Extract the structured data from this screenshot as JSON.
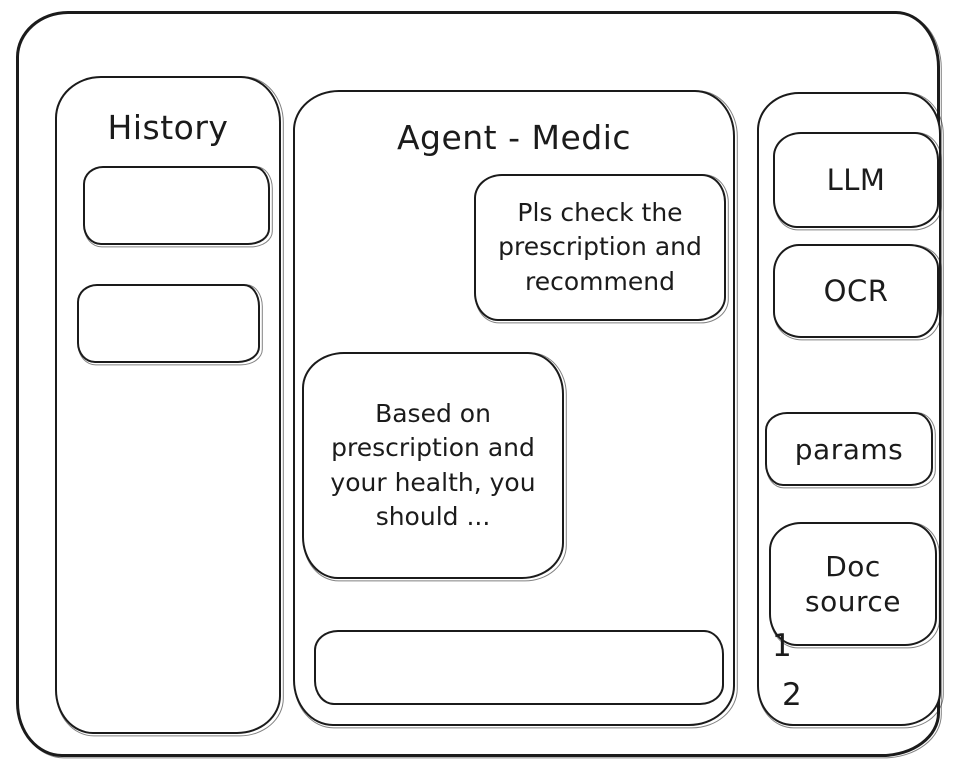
{
  "theme": {
    "ink": "#1b1b1b",
    "background": "#ffffff"
  },
  "history_panel": {
    "title": "History",
    "items": [
      {
        "label": ""
      },
      {
        "label": ""
      }
    ]
  },
  "chat": {
    "title": "Agent - Medic",
    "user_message": "Pls check the prescription and recommend",
    "assistant_message": "Based on prescription and your health, you should ...",
    "input_value": ""
  },
  "tools_panel": {
    "buttons": [
      {
        "label": "LLM"
      },
      {
        "label": "OCR"
      },
      {
        "label": "params"
      },
      {
        "label": "Doc source"
      }
    ],
    "doc_source_items": [
      "1",
      "2"
    ]
  }
}
